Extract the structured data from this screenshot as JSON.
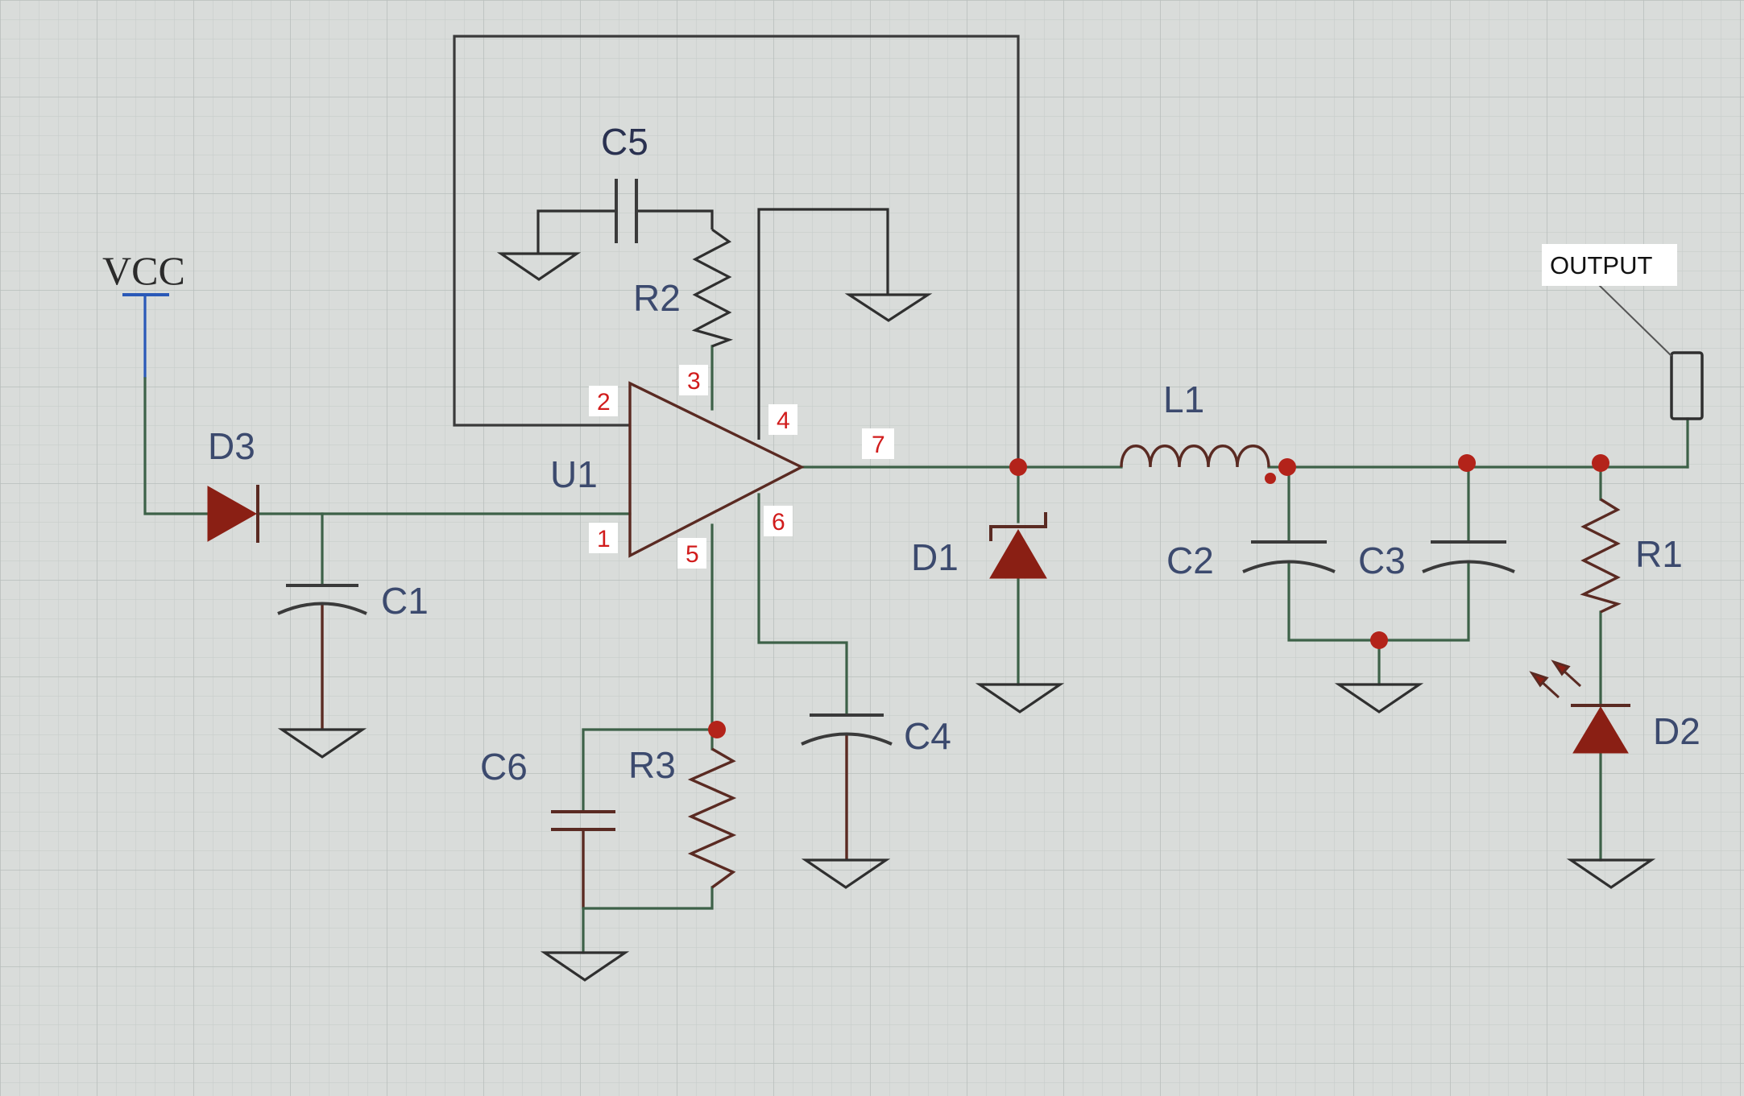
{
  "power": {
    "label": "VCC"
  },
  "output": {
    "label": "OUTPUT"
  },
  "ic": {
    "label": "U1"
  },
  "pins": [
    "1",
    "2",
    "3",
    "4",
    "5",
    "6",
    "7"
  ],
  "components": {
    "d1": "D1",
    "d2": "D2",
    "d3": "D3",
    "c1": "C1",
    "c2": "C2",
    "c3": "C3",
    "c4": "C4",
    "c5": "C5",
    "c6": "C6",
    "r1": "R1",
    "r2": "R2",
    "r3": "R3",
    "l1": "L1"
  },
  "colors": {
    "background": "#d9dcda",
    "grid": "#c2c7c5",
    "wire": "#3d6148",
    "component": "#2f2f2f",
    "diode_fill": "#8a1f14",
    "junction": "#b3231a",
    "label": "#3c4a6e",
    "pin_number": "#d11c1c",
    "vcc_stub": "#2a59b8"
  }
}
